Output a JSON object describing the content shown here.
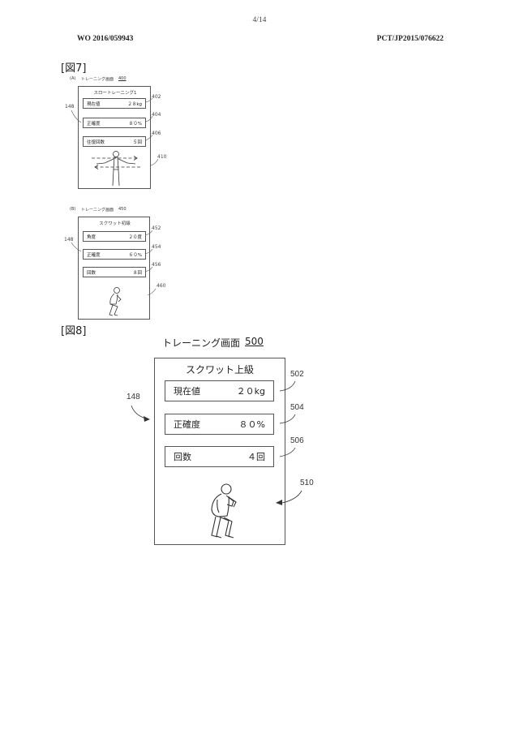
{
  "header": {
    "page_number": "4/14",
    "left_pub": "WO 2016/059943",
    "right_pub": "PCT/JP2015/076622"
  },
  "fig7": {
    "label": "[図7]",
    "a": {
      "caption_prefix": "(A)",
      "caption": "トレーニング画面",
      "caption_num": "400",
      "side_ref": "148",
      "title": "スロートレーニング1",
      "rows": [
        {
          "label": "現在値",
          "value": "２８kg",
          "ref": "402"
        },
        {
          "label": "正確度",
          "value": "８０%",
          "ref": "404"
        },
        {
          "label": "往復回数",
          "value": "５回",
          "ref": "406"
        }
      ],
      "figure_ref": "410"
    },
    "b": {
      "caption_prefix": "(B)",
      "caption": "トレーニング画面",
      "caption_num": "450",
      "side_ref": "148",
      "title": "スクワット初級",
      "rows": [
        {
          "label": "角度",
          "value": "２０度",
          "ref": "452"
        },
        {
          "label": "正確度",
          "value": "６０%",
          "ref": "454"
        },
        {
          "label": "回数",
          "value": "８回",
          "ref": "456"
        }
      ],
      "figure_ref": "460"
    }
  },
  "fig8": {
    "label": "[図8]",
    "caption": "トレーニング画面",
    "caption_num": "500",
    "side_ref": "148",
    "title": "スクワット上級",
    "rows": [
      {
        "label": "現在値",
        "value": "２０kg",
        "ref": "502"
      },
      {
        "label": "正確度",
        "value": "８０%",
        "ref": "504"
      },
      {
        "label": "回数",
        "value": "４回",
        "ref": "506"
      }
    ],
    "figure_ref": "510"
  }
}
